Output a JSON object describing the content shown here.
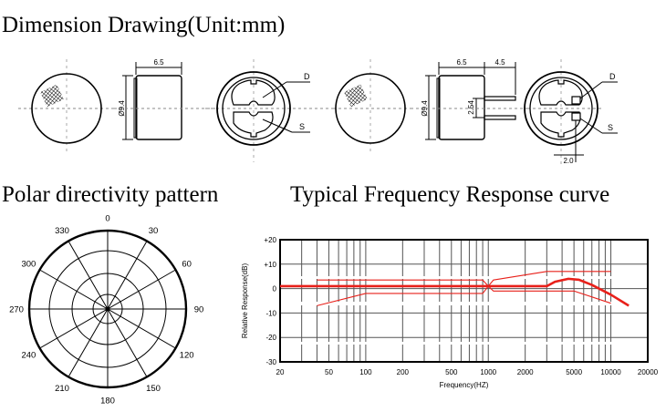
{
  "titles": {
    "dimension": "Dimension Drawing(Unit:mm)",
    "polar": "Polar directivity pattern",
    "frequency": "Typical Frequency Response curve"
  },
  "dimensions": {
    "length": "6.5",
    "diameter": "Ø9.4",
    "pin_length": "4.5",
    "pin_pitch": "2.54",
    "pin_offset": "2.0",
    "label_d": "D",
    "label_s": "S"
  },
  "polar": {
    "angle_labels": [
      "0",
      "30",
      "60",
      "90",
      "120",
      "150",
      "180",
      "210",
      "240",
      "270",
      "300",
      "330"
    ]
  },
  "chart_data": {
    "type": "line",
    "title": "Typical Frequency Response curve",
    "xlabel": "Frequency(HZ)",
    "ylabel": "Relative Response(dB)",
    "xscale": "log",
    "xlim": [
      20,
      20000
    ],
    "ylim": [
      -30,
      20
    ],
    "xticks": [
      20,
      50,
      100,
      200,
      500,
      1000,
      2000,
      5000,
      10000,
      20000
    ],
    "xtick_labels": [
      "20",
      "50",
      "100",
      "200",
      "500",
      "1000",
      "2000",
      "5000",
      "10000",
      "20000"
    ],
    "yticks": [
      20,
      10,
      0,
      -10,
      -20,
      -30
    ],
    "ytick_labels": [
      "+20",
      "+10",
      "0",
      "-10",
      "-20",
      "-30"
    ],
    "grid": true,
    "color": "#e8201a",
    "series": [
      {
        "name": "response",
        "x": [
          20,
          3000,
          3500,
          4500,
          5500,
          7000,
          10000,
          14000
        ],
        "y": [
          1,
          1,
          2.8,
          4,
          3.6,
          1.5,
          -2.5,
          -7
        ]
      },
      {
        "name": "upper-limit",
        "x": [
          40,
          900,
          1000,
          1100,
          3000,
          10000
        ],
        "y": [
          3.5,
          3.5,
          1,
          3.5,
          7,
          7
        ]
      },
      {
        "name": "lower-limit",
        "x": [
          40,
          100,
          900,
          1000,
          1100,
          5000,
          10000
        ],
        "y": [
          -7,
          -2,
          -2,
          1,
          -1,
          -1,
          -6
        ]
      }
    ]
  }
}
